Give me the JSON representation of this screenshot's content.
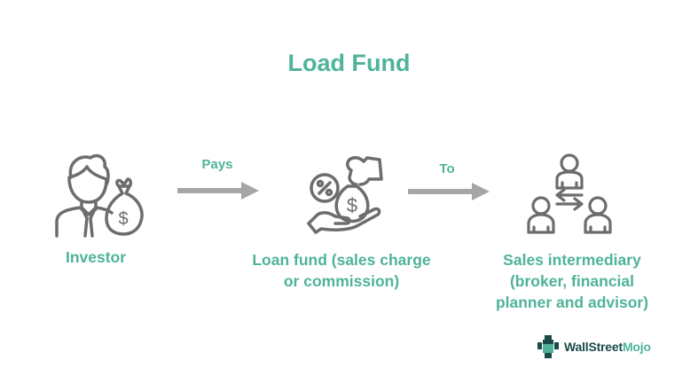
{
  "title": "Load Fund",
  "nodes": [
    {
      "label": "Investor",
      "icon": "investor-money-bag-icon"
    },
    {
      "label_line1": "Loan fund (sales charge",
      "label_line2": "or commission)",
      "icon": "hand-money-bag-percent-icon"
    },
    {
      "label_line1": "Sales intermediary",
      "label_line2": "(broker, financial",
      "label_line3": "planner and advisor)",
      "icon": "people-exchange-icon"
    }
  ],
  "arrows": [
    {
      "label": "Pays"
    },
    {
      "label": "To"
    }
  ],
  "logo": {
    "part1": "WallStreet",
    "part2": "Mojo"
  },
  "colors": {
    "accent": "#4fb39a",
    "icon_gray": "#6d6d6d",
    "arrow_gray": "#a6a6a6"
  }
}
